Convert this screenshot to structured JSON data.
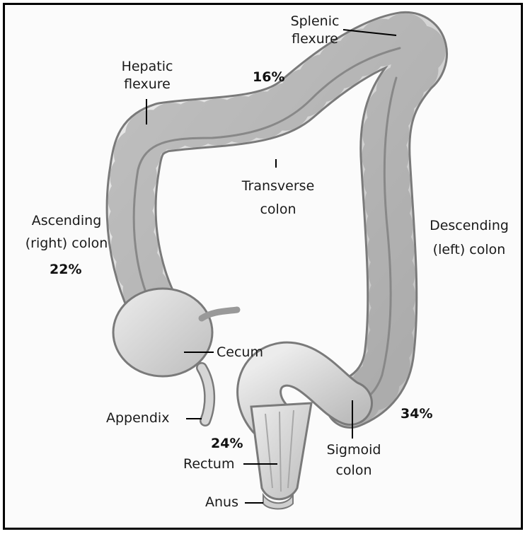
{
  "labels": {
    "splenic_flexure": [
      "Splenic",
      "flexure"
    ],
    "hepatic_flexure": [
      "Hepatic",
      "flexure"
    ],
    "transverse_colon": [
      "Transverse",
      "colon"
    ],
    "ascending_colon": [
      "Ascending",
      "(right) colon"
    ],
    "descending_colon": [
      "Descending",
      "(left) colon"
    ],
    "cecum": "Cecum",
    "appendix": "Appendix",
    "rectum": "Rectum",
    "anus": "Anus",
    "sigmoid_colon": [
      "Sigmoid",
      "colon"
    ]
  },
  "percentages": {
    "transverse": "16%",
    "ascending": "22%",
    "descending_sigmoid": "34%",
    "rectum": "24%"
  },
  "colors": {
    "tissue_fill": "#d9d9d9",
    "tissue_shade": "#b5b5b5",
    "tissue_edge": "#7a7a7a",
    "vessel": "#8a8a8a",
    "leader_line": "#000000"
  }
}
